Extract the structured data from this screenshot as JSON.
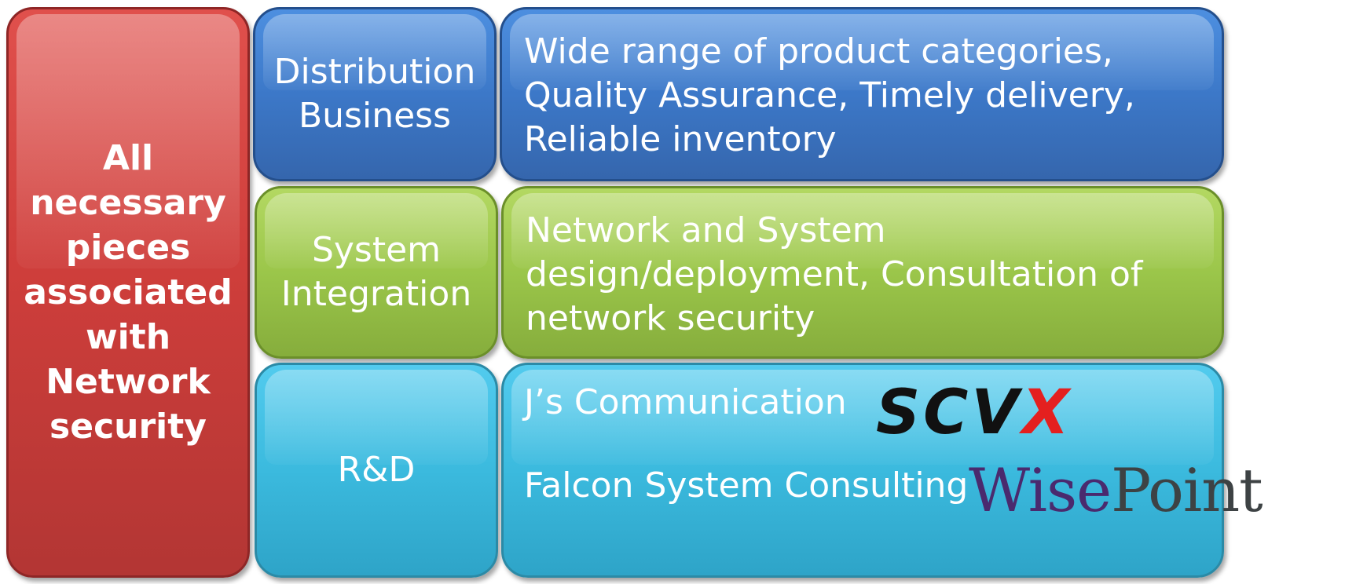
{
  "left_panel": {
    "text": "All\nnecessary\npieces\nassociated\nwith\nNetwork\nsecurity"
  },
  "rows": [
    {
      "category": "Distribution\nBusiness",
      "description": "Wide range of product categories,\nQuality Assurance, Timely delivery,\nReliable inventory"
    },
    {
      "category": "System\nIntegration",
      "description": "Network and System\ndesign/deployment, Consultation of\nnetwork security"
    },
    {
      "category": "R&D",
      "entries": [
        {
          "name": "J’s Communication",
          "logo": {
            "main": "SCV",
            "accent": "X"
          }
        },
        {
          "name": "Falcon System Consulting",
          "logo": {
            "main": "Wise",
            "accent": "Point"
          }
        }
      ]
    }
  ],
  "colors": {
    "red": "#cf3e3b",
    "blue": "#3c78c8",
    "green": "#9bc64a",
    "cyan": "#3bbade",
    "scvx_accent": "#e4201f",
    "wisepoint_purple": "#4a2a6e"
  }
}
